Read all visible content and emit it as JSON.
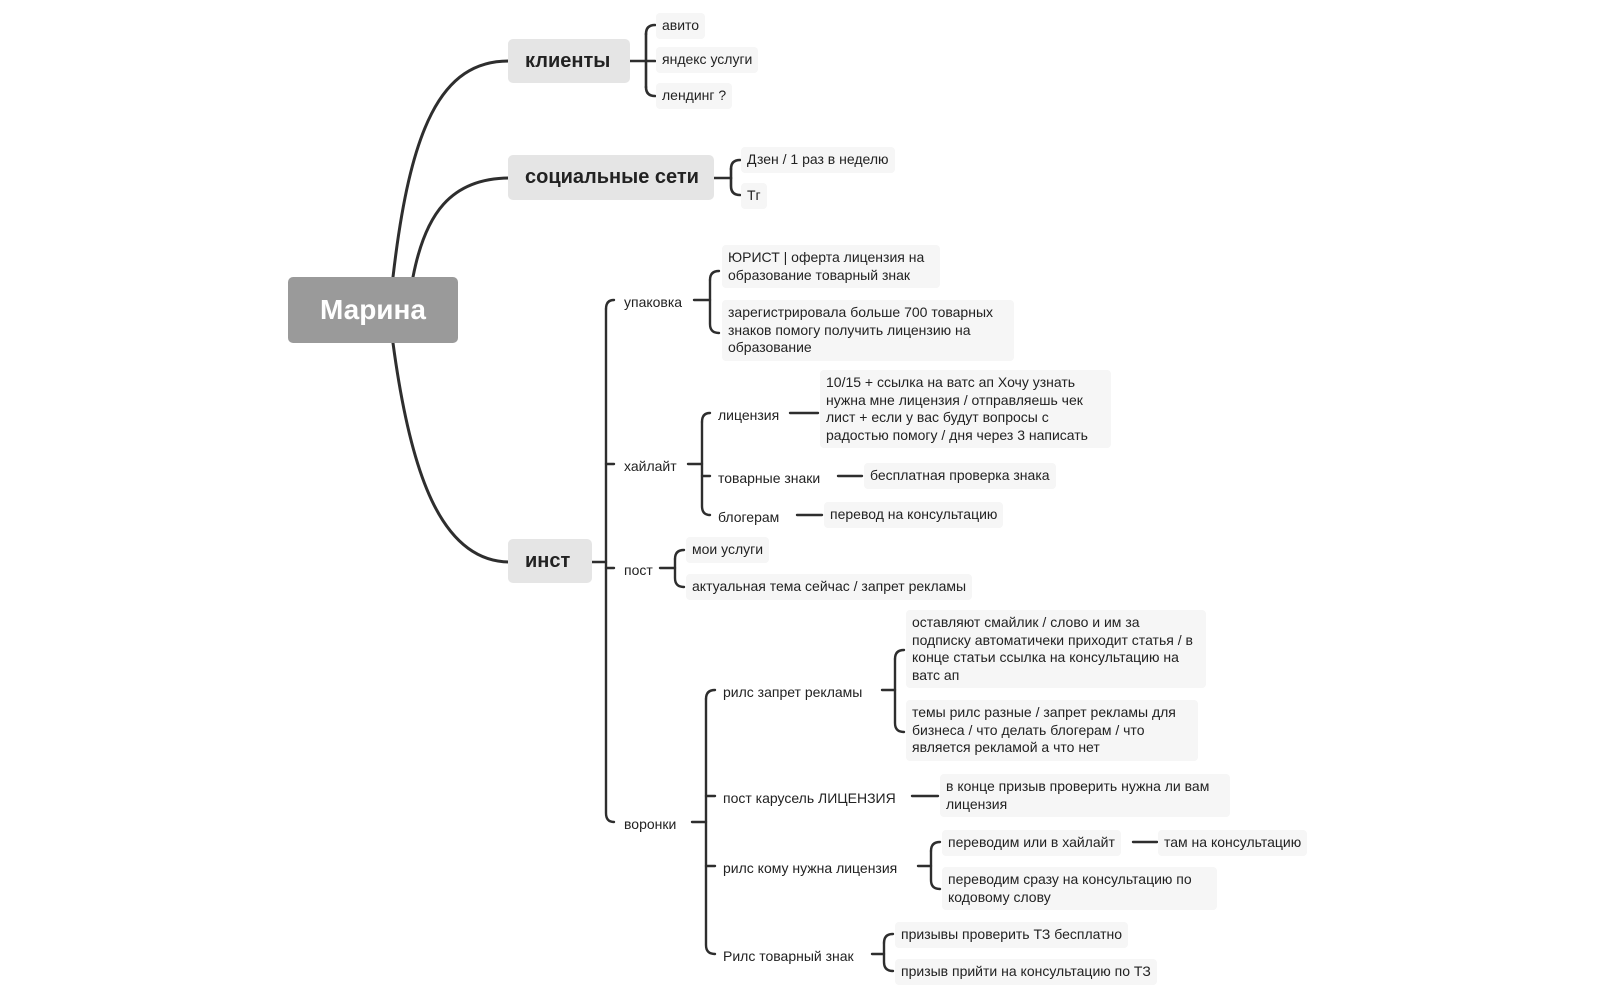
{
  "root": "Марина",
  "branches": {
    "clients": {
      "label": "клиенты",
      "items": [
        "авито",
        "яндекс услуги",
        "лендинг ?"
      ]
    },
    "social": {
      "label": "социальные сети",
      "items": [
        "Дзен / 1 раз в неделю",
        "Тг"
      ]
    },
    "inst": {
      "label": "инст",
      "packaging": {
        "label": "упаковка",
        "items": [
          "ЮРИСТ | оферта лицензия на образование товарный знак",
          "зарегистрировала больше 700 товарных знаков помогу получить лицензию  на образование"
        ]
      },
      "highlight": {
        "label": "хайлайт",
        "license": {
          "label": "лицензия",
          "detail": "10/15 + ссылка на ватс ап Хочу узнать нужна мне лицензия  / отправляешь чек лист + если у вас будут вопросы с радостью помогу / дня через 3 написать"
        },
        "trademarks": {
          "label": "товарные знаки",
          "detail": "бесплатная проверка знака"
        },
        "bloggers": {
          "label": "блогерам",
          "detail": "перевод на консультацию"
        }
      },
      "post": {
        "label": "пост",
        "items": [
          "мои услуги",
          "актуальная тема сейчас / запрет рекламы"
        ]
      },
      "funnels": {
        "label": "воронки",
        "reels_ban": {
          "label": "рилс запрет рекламы",
          "items": [
            "оставляют смайлик / слово и им за подписку автоматичеки приходит статья / в конце статьи ссылка на консультацию на ватс ап",
            "темы рилс разные / запрет рекламы для бизнеса / что делать блогерам / что является рекламой а что нет"
          ]
        },
        "carousel": {
          "label": "пост карусель ЛИЦЕНЗИЯ",
          "detail": "в конце призыв проверить нужна ли вам лицензия"
        },
        "reels_license": {
          "label": "рилс кому нужна лицензия",
          "highlight_item": "переводим или в хайлайт",
          "highlight_sub": "там на консультацию",
          "direct_item": "переводим сразу на консультацию по кодовому слову"
        },
        "reels_tm": {
          "label": "Рилс товарный знак",
          "items": [
            "призывы проверить ТЗ бесплатно",
            "призыв прийти на консультацию по ТЗ"
          ]
        }
      }
    }
  }
}
